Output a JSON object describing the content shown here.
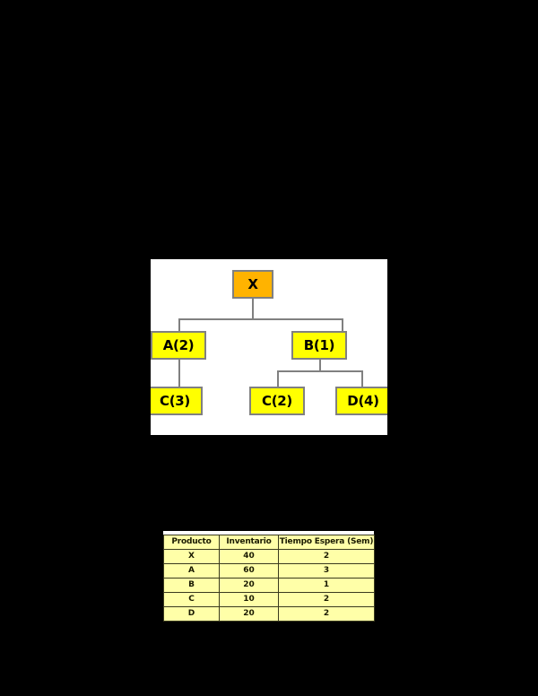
{
  "page": {
    "background_color": "#000000",
    "panel_background": "#ffffff"
  },
  "diagram": {
    "title": "product-structure-tree",
    "colors": {
      "root_node": "#ffb300",
      "child_node": "#ffff00",
      "border": "#808080",
      "connector": "#808080",
      "text": "#000000"
    },
    "nodes": [
      {
        "id": "X",
        "label": "X",
        "level": 0,
        "quantity": null
      },
      {
        "id": "A",
        "label": "A(2)",
        "level": 1,
        "quantity": 2
      },
      {
        "id": "B",
        "label": "B(1)",
        "level": 1,
        "quantity": 1
      },
      {
        "id": "C1",
        "label": "C(3)",
        "level": 2,
        "quantity": 3
      },
      {
        "id": "C2",
        "label": "C(2)",
        "level": 2,
        "quantity": 2
      },
      {
        "id": "D",
        "label": "D(4)",
        "level": 2,
        "quantity": 4
      }
    ],
    "edges": [
      {
        "from": "X",
        "to": "A"
      },
      {
        "from": "X",
        "to": "B"
      },
      {
        "from": "A",
        "to": "C1"
      },
      {
        "from": "B",
        "to": "C2"
      },
      {
        "from": "B",
        "to": "D"
      }
    ]
  },
  "table": {
    "name": "inventory-lead-time-table",
    "colors": {
      "cell_background": "#ffffa8",
      "border": "#3a3a1e",
      "text": "#1a1a00"
    },
    "headers": [
      "Producto",
      "Inventario",
      "Tiempo Espera (Sem)"
    ],
    "rows": [
      {
        "producto": "X",
        "inventario": "40",
        "tiempo_espera": "2"
      },
      {
        "producto": "A",
        "inventario": "60",
        "tiempo_espera": "3"
      },
      {
        "producto": "B",
        "inventario": "20",
        "tiempo_espera": "1"
      },
      {
        "producto": "C",
        "inventario": "10",
        "tiempo_espera": "2"
      },
      {
        "producto": "D",
        "inventario": "20",
        "tiempo_espera": "2"
      }
    ]
  }
}
